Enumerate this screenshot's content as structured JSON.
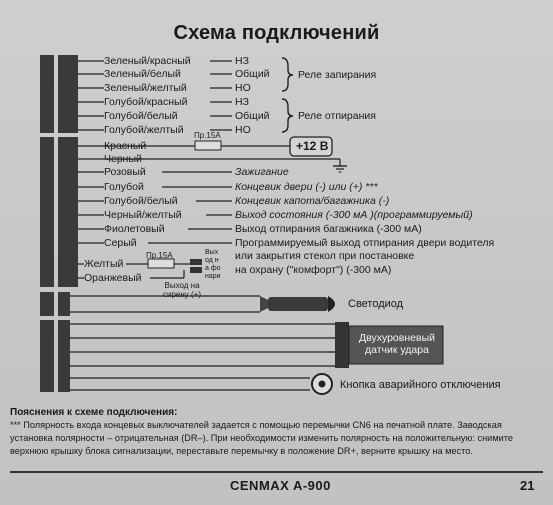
{
  "title": "Схема подключений",
  "wires": [
    {
      "color": "Зеленый/красный",
      "term": "НЗ"
    },
    {
      "color": "Зеленый/белый",
      "term": "Общий"
    },
    {
      "color": "Зеленый/желтый",
      "term": "НО"
    },
    {
      "color": "Голубой/красный",
      "term": "НЗ"
    },
    {
      "color": "Голубой/белый",
      "term": "Общий"
    },
    {
      "color": "Голубой/желтый",
      "term": "НО"
    },
    {
      "color": "Красный",
      "term": ""
    },
    {
      "color": "Черный",
      "term": ""
    },
    {
      "color": "Розовый",
      "term": "Зажигание"
    },
    {
      "color": "Голубой",
      "term": "Концевик двери (-) или (+) ***"
    },
    {
      "color": "Голубой/белый",
      "term": "Концевик капота/багажника (-)"
    },
    {
      "color": "Черный/желтый",
      "term": "Выход состояния (-300 мА )(программируемый)"
    },
    {
      "color": "Фиолетовый",
      "term": "Выход отпирания багажника (-300 мА)"
    },
    {
      "color": "Серый",
      "term": "Программируемый выход отпирания двери водителя"
    },
    {
      "color": "Желтый",
      "term": ""
    },
    {
      "color": "Оранжевый",
      "term": ""
    }
  ],
  "gray_extra": [
    "или закрытия стекол при постановке",
    "на охрану (\"комфорт\") (-300 мА)"
  ],
  "relay_lock": "Реле запирания",
  "relay_unlock": "Реле отпирания",
  "fuse_label": "Пр.15А",
  "fuse2_label": "Пр.15А",
  "power_label": "+12 В",
  "lamp_output": "Выход на фонари",
  "siren_output": "Выход на сирену (+)",
  "led_label": "Светодиод",
  "shock_label": "Двухуровневый датчик удара",
  "button_label": "Кнопка аварийного отключения",
  "notes_title": "Пояснения к схеме подключения:",
  "notes_text": "*** Полярность входа концевых выключателей задается с помощью перемычки CN6 на печатной плате. Заводская установка полярности – отрицательная (DR–). При необходимости изменить полярность на положительную: снимите верхнюю крышку блока сигнализации, переставьте перемычку в положение DR+, верните крышку на место.",
  "brand": "CENMAX A-900",
  "page_number": "21"
}
